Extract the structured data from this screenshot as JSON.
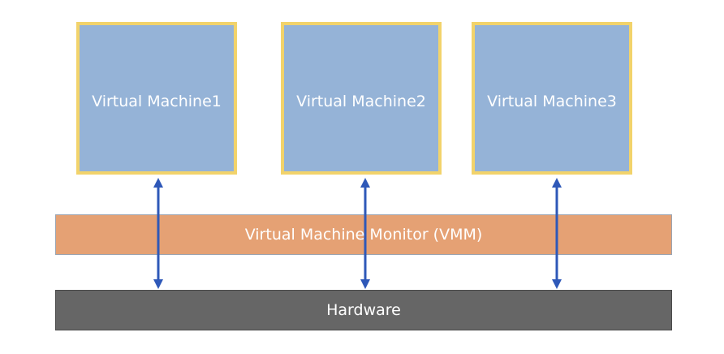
{
  "virtual_machines": [
    {
      "label": "Virtual Machine1"
    },
    {
      "label": "Virtual Machine2"
    },
    {
      "label": "Virtual Machine3"
    }
  ],
  "vmm": {
    "label": "Virtual Machine Monitor (VMM)"
  },
  "hardware": {
    "label": "Hardware"
  },
  "colors": {
    "vm_fill": "#95b3d7",
    "vm_border": "#f2d36b",
    "vmm_fill": "#e5a174",
    "hardware_fill": "#666666",
    "arrow": "#2e58b8"
  }
}
